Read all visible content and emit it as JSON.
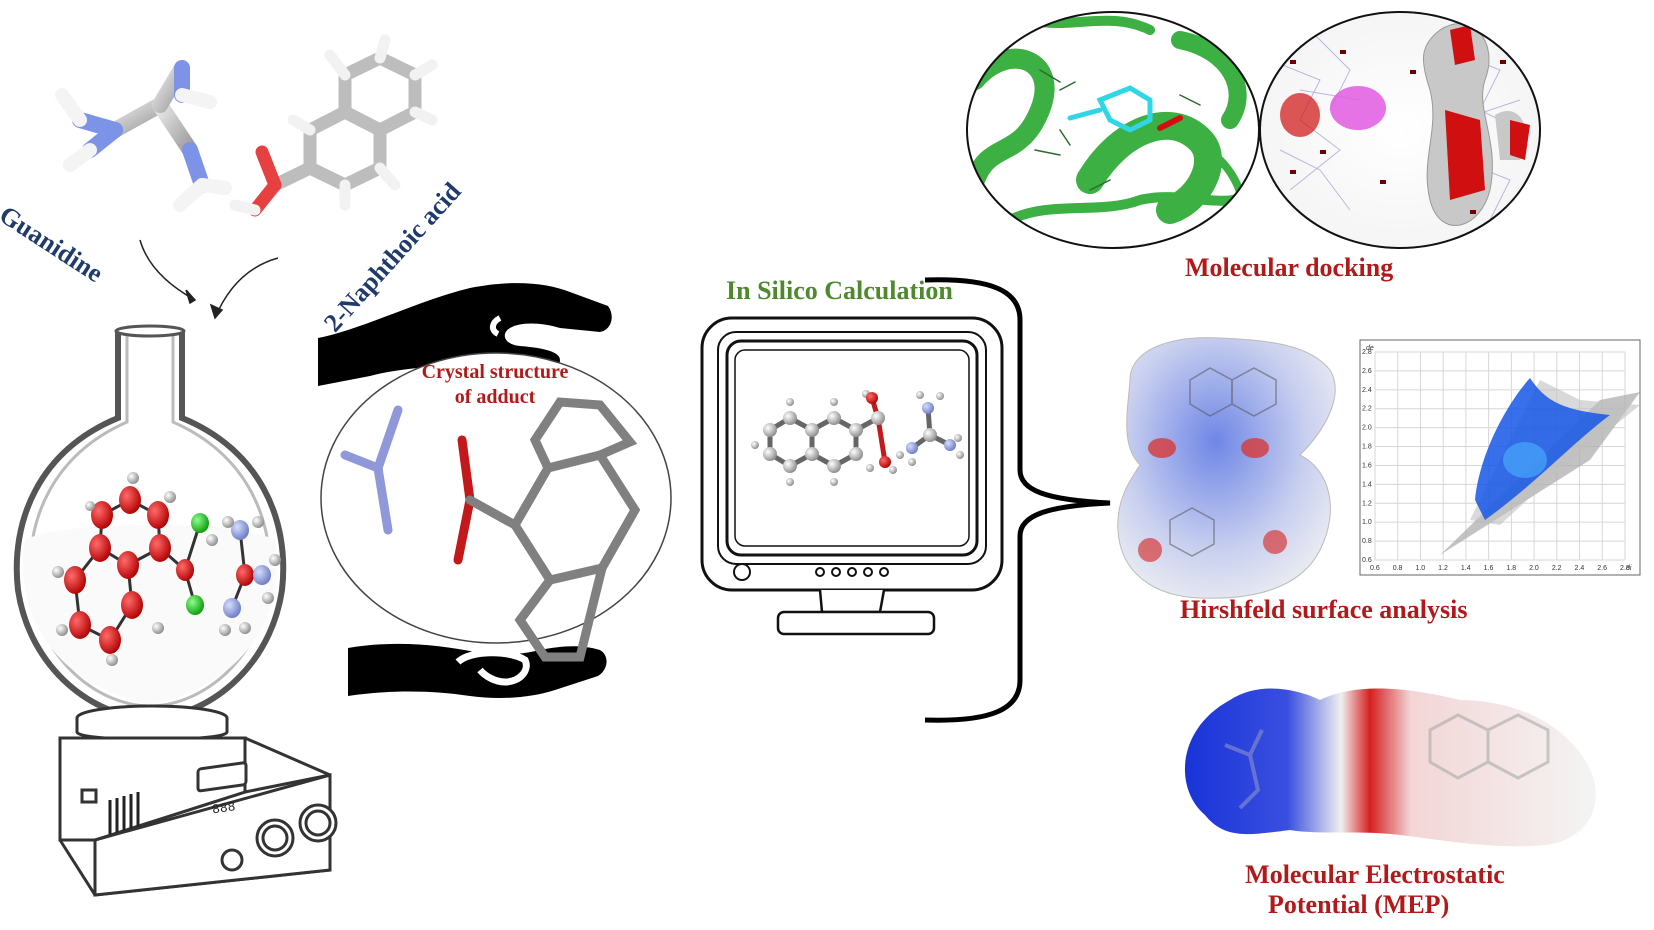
{
  "labels": {
    "guanidine": "Guanidine",
    "naphthoic_acid": "2-Naphthoic acid",
    "crystal_structure_line1": "Crystal structure",
    "crystal_structure_line2": "of adduct",
    "in_silico": "In Silico Calculation",
    "molecular_docking": "Molecular docking",
    "hirshfeld": "Hirshfeld surface analysis",
    "mep_line1": "Molecular Electrostatic",
    "mep_line2": "Potential (MEP)"
  },
  "hotplate_display": "888",
  "fingerprint_plot": {
    "y_axis_label": "de",
    "x_axis_label": "di",
    "y_ticks": [
      "2.8",
      "2.6",
      "2.4",
      "2.2",
      "2.0",
      "1.8",
      "1.6",
      "1.4",
      "1.2",
      "1.0",
      "0.8",
      "0.6"
    ],
    "x_ticks": [
      "0.6",
      "0.8",
      "1.0",
      "1.2",
      "1.4",
      "1.6",
      "1.8",
      "2.0",
      "2.2",
      "2.4",
      "2.6",
      "2.8"
    ]
  },
  "icons": [
    "round-bottom-flask-icon",
    "hotplate-stirrer-icon",
    "hand-icon",
    "computer-monitor-icon",
    "curly-brace-icon"
  ],
  "colors": {
    "title_blue": "#1f3a6b",
    "title_red": "#b11a1a",
    "title_green": "#4e8a2d",
    "protein_green": "#3cb043",
    "oxygen_red": "#d01010",
    "nitrogen_blue": "#7a8fd6",
    "carbon_gray": "#8c8c8c"
  }
}
